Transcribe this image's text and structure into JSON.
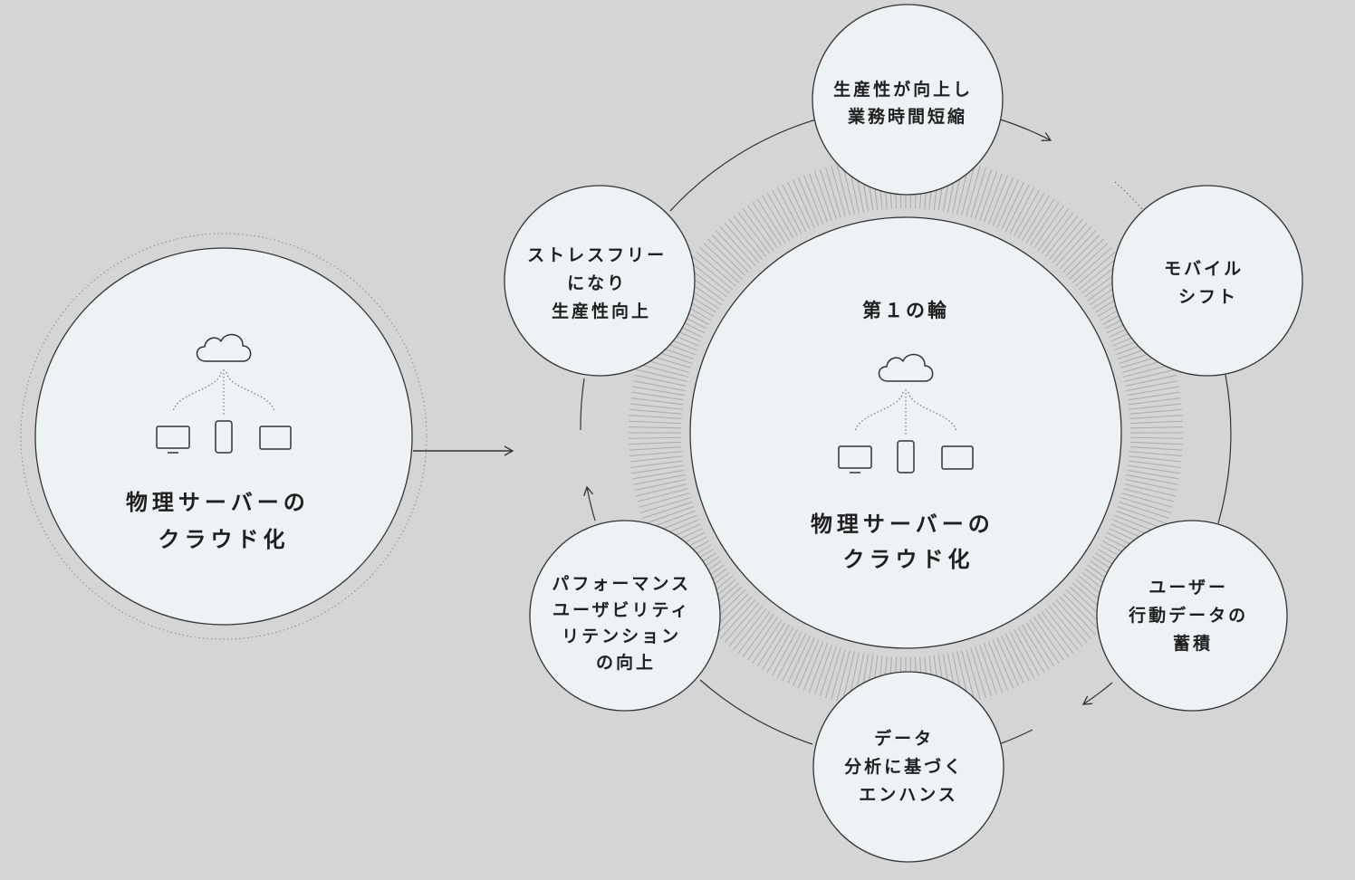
{
  "colors": {
    "background": "#d5d5d5",
    "circle_fill": "#edf2f4",
    "stroke": "#333333",
    "text": "#1f1f1f"
  },
  "source": {
    "icon": "cloud-devices-icon",
    "label_lines": [
      "物理サーバーの",
      "クラウド化"
    ]
  },
  "wheel": {
    "title": "第１の輪",
    "icon": "cloud-devices-icon",
    "center_lines": [
      "物理サーバーの",
      "クラウド化"
    ],
    "nodes": [
      {
        "id": "productivity",
        "lines": [
          "生産性が向上し",
          "業務時間短縮"
        ]
      },
      {
        "id": "mobile",
        "lines": [
          "モバイル",
          "シフト"
        ]
      },
      {
        "id": "user-data",
        "lines": [
          "ユーザー",
          "行動データの",
          "蓄積"
        ]
      },
      {
        "id": "data-enhance",
        "lines": [
          "データ",
          "分析に基づく",
          "エンハンス"
        ]
      },
      {
        "id": "performance",
        "lines": [
          "パフォーマンス",
          "ユーザビリティ",
          "リテンション",
          "の向上"
        ]
      },
      {
        "id": "stress-free",
        "lines": [
          "ストレスフリー",
          "になり",
          "生産性向上"
        ]
      }
    ]
  }
}
